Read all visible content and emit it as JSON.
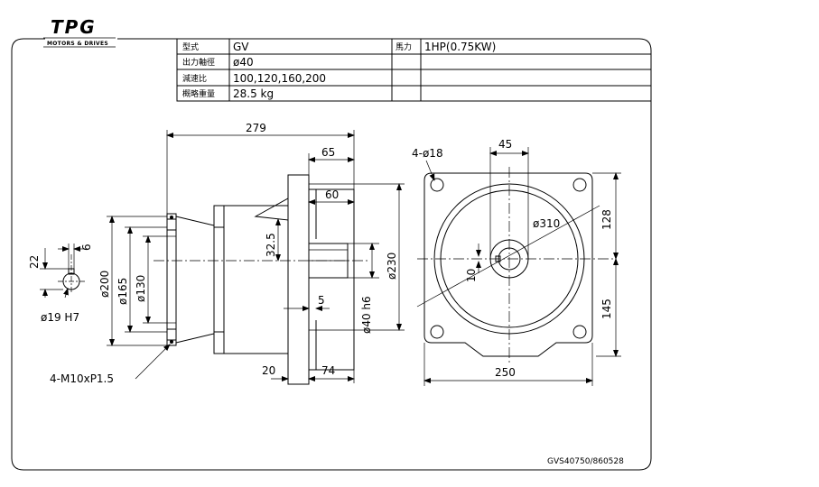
{
  "logo": {
    "mark": "TPG",
    "tagline": "MOTORS & DRIVES"
  },
  "spec_table": {
    "rows": [
      {
        "label": "型式",
        "value": "GV",
        "label2": "馬力",
        "value2": "1HP(0.75KW)"
      },
      {
        "label": "出力軸徑",
        "value": "ø40",
        "label2": "",
        "value2": ""
      },
      {
        "label": "減速比",
        "value": "100,120,160,200",
        "label2": "",
        "value2": ""
      },
      {
        "label": "概略重量",
        "value": "28.5 kg",
        "label2": "",
        "value2": ""
      }
    ]
  },
  "dims": {
    "overall_length": "279",
    "flange_to_end": "65",
    "shaft_length": "60",
    "flange_dia": "ø230",
    "shaft_offset": "32.5",
    "key_width_small": "5",
    "shaft_dia": "ø40 h6",
    "flange_thk": "20",
    "body_to_end": "74",
    "bolt_note": "4-M10xP1.5",
    "dia_200": "ø200",
    "dia_165": "ø165",
    "dia_130": "ø130",
    "bore_22": "22",
    "bore_6": "6",
    "bore_note": "ø19 H7",
    "hole_note": "4-ø18",
    "key_45": "45",
    "pcd": "ø310",
    "dim_128": "128",
    "dim_145": "145",
    "key_10": "10",
    "width_250": "250"
  },
  "drawing_no": "GVS40750/860528"
}
